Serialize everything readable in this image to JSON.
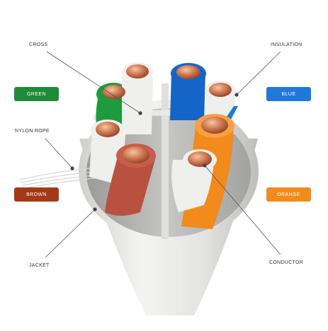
{
  "labels": {
    "cross": "CROSS",
    "insulation": "INSULATION",
    "nylon_rope": "NYLON ROPE",
    "jacket": "JACKET",
    "conductor": "CONDUCTOR"
  },
  "tags": {
    "green": {
      "text": "GREEN",
      "color": "#1f8a3a"
    },
    "blue": {
      "text": "BLUE",
      "color": "#1e79d8"
    },
    "brown": {
      "text": "BROWN",
      "color": "#a33a16"
    },
    "orange": {
      "text": "ORANGE",
      "color": "#f28a1c"
    }
  },
  "colors": {
    "jacket": "#e6e6e4",
    "copper": "#c8704a",
    "green_wire": "#1f9a3c",
    "blue_wire": "#1565c9",
    "brown_wire": "#b8513f",
    "orange_wire": "#f28a1c",
    "white_wire": "#efefed"
  }
}
